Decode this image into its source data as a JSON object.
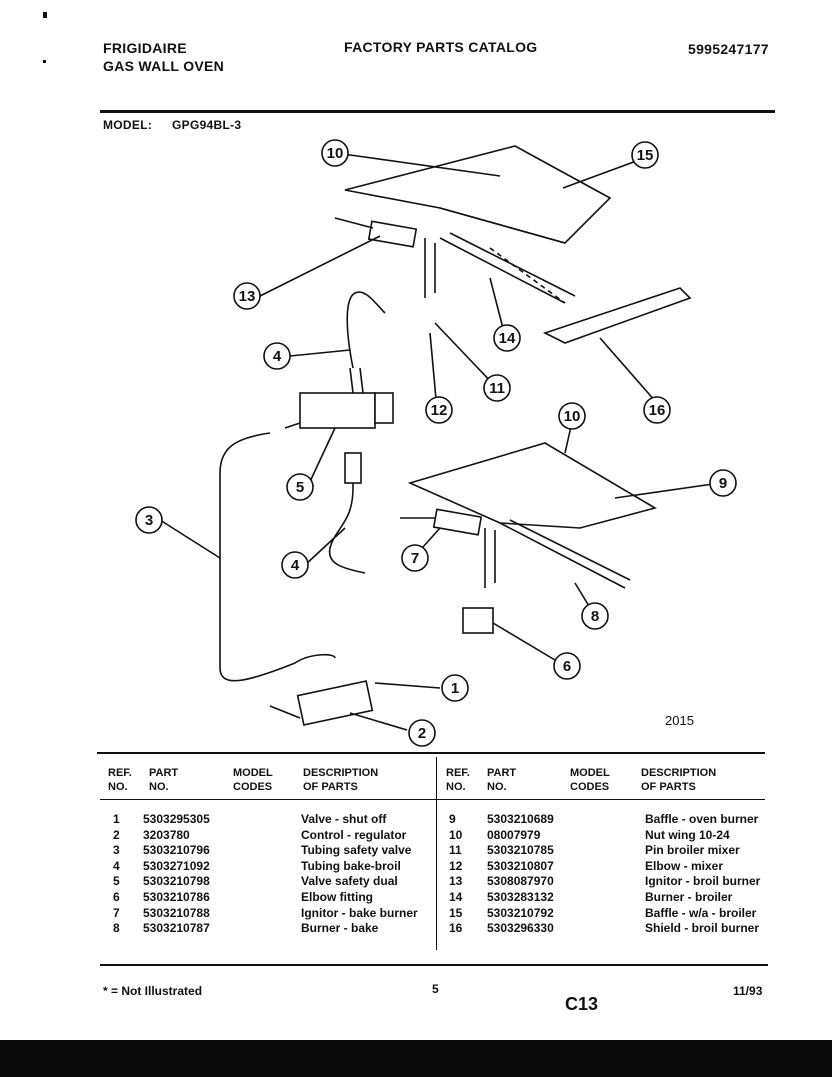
{
  "header": {
    "brand": "FRIGIDAIRE",
    "product": "GAS WALL OVEN",
    "catalog_title": "FACTORY PARTS CATALOG",
    "catalog_number": "5995247177",
    "model_label": "MODEL:",
    "model_value": "GPG94BL-3"
  },
  "diagram": {
    "figure_number": "2015",
    "callouts": [
      "10",
      "15",
      "13",
      "14",
      "4",
      "11",
      "12",
      "16",
      "5",
      "10",
      "9",
      "3",
      "7",
      "4",
      "8",
      "6",
      "1",
      "2"
    ]
  },
  "table": {
    "headers": {
      "ref": [
        "REF.",
        "NO."
      ],
      "part": [
        "PART",
        "NO."
      ],
      "model": [
        "MODEL",
        "CODES"
      ],
      "desc": [
        "DESCRIPTION",
        "OF PARTS"
      ]
    },
    "left_rows": [
      {
        "ref": "1",
        "part": "5303295305",
        "desc": "Valve - shut off"
      },
      {
        "ref": "2",
        "part": "3203780",
        "desc": "Control - regulator"
      },
      {
        "ref": "3",
        "part": "5303210796",
        "desc": "Tubing safety valve"
      },
      {
        "ref": "4",
        "part": "5303271092",
        "desc": "Tubing bake-broil"
      },
      {
        "ref": "5",
        "part": "5303210798",
        "desc": "Valve safety dual"
      },
      {
        "ref": "6",
        "part": "5303210786",
        "desc": "Elbow fitting"
      },
      {
        "ref": "7",
        "part": "5303210788",
        "desc": "Ignitor - bake burner"
      },
      {
        "ref": "8",
        "part": "5303210787",
        "desc": "Burner - bake"
      }
    ],
    "right_rows": [
      {
        "ref": "9",
        "part": "5303210689",
        "desc": "Baffle - oven burner"
      },
      {
        "ref": "10",
        "part": "08007979",
        "desc": "Nut wing 10-24"
      },
      {
        "ref": "11",
        "part": "5303210785",
        "desc": "Pin broiler mixer"
      },
      {
        "ref": "12",
        "part": "5303210807",
        "desc": "Elbow - mixer"
      },
      {
        "ref": "13",
        "part": "5308087970",
        "desc": "Ignitor - broil burner"
      },
      {
        "ref": "14",
        "part": "5303283132",
        "desc": "Burner - broiler"
      },
      {
        "ref": "15",
        "part": "5303210792",
        "desc": "Baffle - w/a - broiler"
      },
      {
        "ref": "16",
        "part": "5303296330",
        "desc": "Shield - broil burner"
      }
    ]
  },
  "footer": {
    "note": "* = Not Illustrated",
    "page": "5",
    "section": "C13",
    "date": "11/93"
  },
  "colors": {
    "ink": "#111111",
    "paper": "#ffffff",
    "scan_edge": "#0a0a0a"
  }
}
